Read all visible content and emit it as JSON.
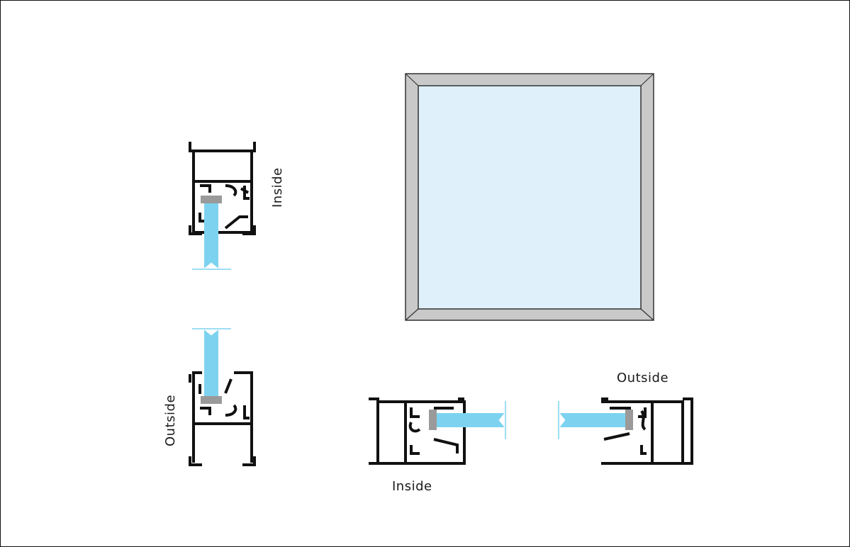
{
  "labels": {
    "top_section_inside": "Inside",
    "bottom_section_outside": "Outside",
    "right_section_outside": "Outside",
    "left_section_inside": "Inside"
  },
  "colors": {
    "profile": "#111111",
    "glass": "#7dd3ef",
    "glass_light": "#dff0fb",
    "frame_grey": "#c9c9c9",
    "gasket": "#9a9a9a"
  }
}
